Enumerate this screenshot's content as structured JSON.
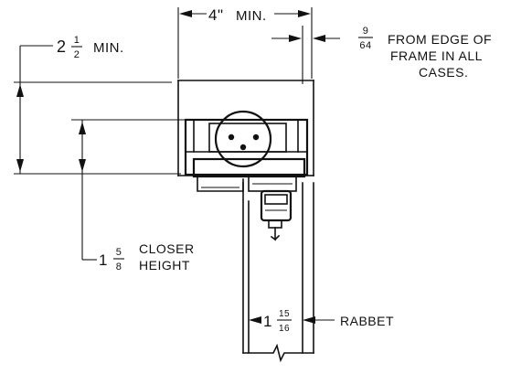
{
  "dimensions": {
    "width_min": {
      "value": "4\"",
      "suffix": "MIN."
    },
    "offset_min": {
      "whole": "2",
      "num": "1",
      "den": "2",
      "suffix": "MIN."
    },
    "edge_offset": {
      "num": "9",
      "den": "64",
      "lines": [
        "FROM EDGE OF",
        "FRAME IN ALL",
        "CASES."
      ]
    },
    "closer_height": {
      "whole": "1",
      "num": "5",
      "den": "8",
      "lines": [
        "CLOSER",
        "HEIGHT"
      ]
    },
    "rabbet": {
      "whole": "1",
      "num": "15",
      "den": "16",
      "label": "RABBET"
    }
  },
  "colors": {
    "ink": "#111111",
    "paper": "#ffffff"
  }
}
